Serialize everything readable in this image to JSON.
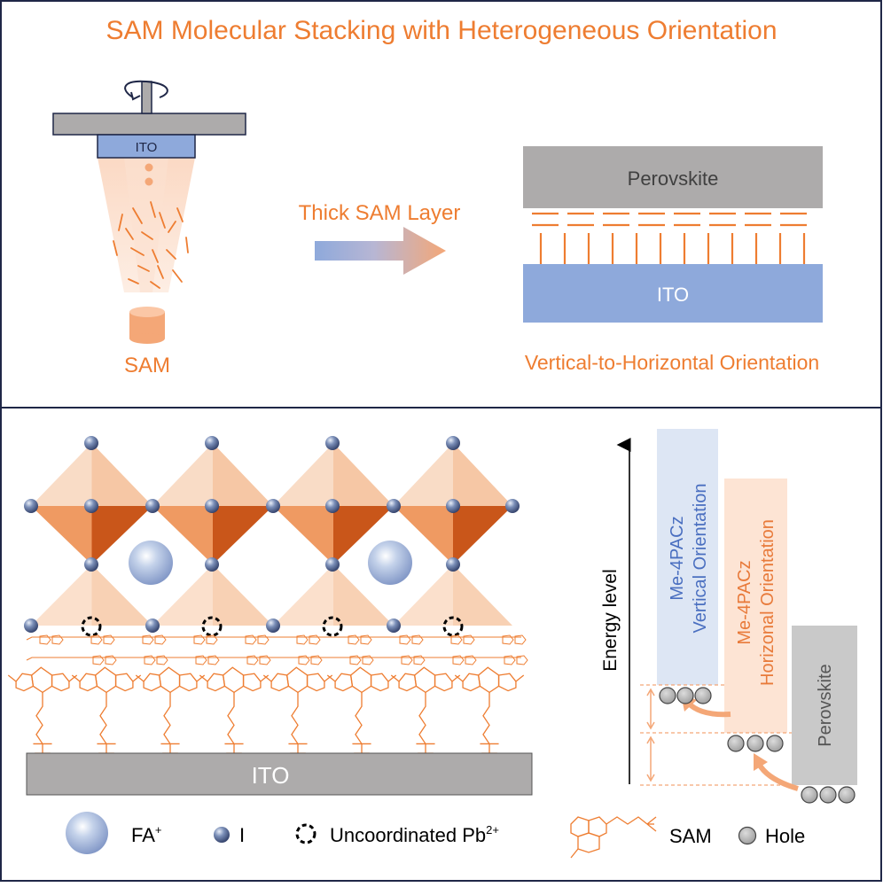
{
  "title": "SAM Molecular Stacking with Heterogeneous Orientation",
  "top_panel": {
    "substrate_label": "ITO",
    "source_label": "SAM",
    "arrow_label": "Thick SAM Layer",
    "stack": {
      "top_layer": "Perovskite",
      "bottom_layer": "ITO",
      "caption": "Vertical-to-Horizontal Orientation"
    }
  },
  "bottom_panel": {
    "ito_label": "ITO",
    "energy_axis_label": "Energy level",
    "bars": [
      {
        "line1": "Me-4PACz",
        "line2": "Vertical Orientation",
        "color": "#dde6f4",
        "text_color": "#4a6fc0"
      },
      {
        "line1": "Me-4PACz",
        "line2": "Horizonal Orientation",
        "color": "#fde4d4",
        "text_color": "#e87a3a"
      },
      {
        "line1": "Perovskite",
        "line2": "",
        "color": "#c9c9c9",
        "text_color": "#555555"
      }
    ]
  },
  "legend": [
    {
      "icon": "fa-sphere-icon",
      "label": "FA",
      "sup": "+"
    },
    {
      "icon": "iodine-sphere-icon",
      "label": "I",
      "sup": ""
    },
    {
      "icon": "uncoordinated-pb-icon",
      "label": "Uncoordinated Pb",
      "sup": "2+"
    },
    {
      "icon": "sam-molecule-icon",
      "label": "SAM",
      "sup": ""
    },
    {
      "icon": "hole-icon",
      "label": "Hole",
      "sup": ""
    }
  ],
  "colors": {
    "orange": "#ee7d31",
    "blue": "#8ea9db",
    "gray": "#adabab",
    "border": "#222a4a"
  }
}
